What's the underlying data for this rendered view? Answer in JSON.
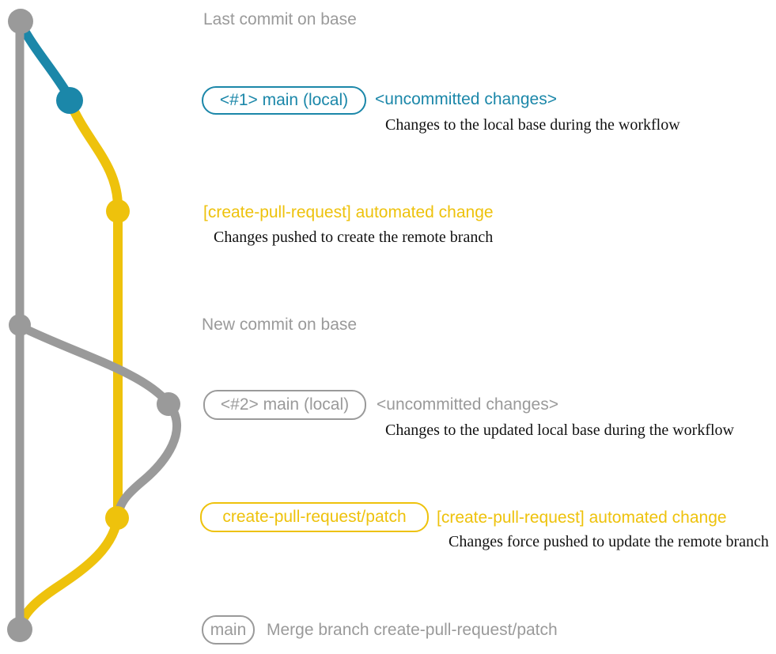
{
  "colors": {
    "base_gray": "#9a9a9a",
    "teal": "#1b87a9",
    "yellow": "#eec20c",
    "annotation_black": "#121212"
  },
  "graph": {
    "type": "git-branch-diagram",
    "commit_dots": [
      {
        "name": "last-commit-on-base",
        "color": "#9a9a9a"
      },
      {
        "name": "main-local-1-uncommitted",
        "color": "#1b87a9"
      },
      {
        "name": "automated-change-push",
        "color": "#eec20c"
      },
      {
        "name": "new-commit-on-base",
        "color": "#9a9a9a"
      },
      {
        "name": "main-local-2-uncommitted",
        "color": "#9a9a9a"
      },
      {
        "name": "automated-change-force-push",
        "color": "#eec20c"
      },
      {
        "name": "merge-commit",
        "color": "#9a9a9a"
      }
    ]
  },
  "rows": {
    "row1": {
      "title": "Last commit on base"
    },
    "row2": {
      "branch_label": "<#1> main (local)",
      "commit_message": "<uncommitted changes>",
      "description": "Changes to the local base during the workflow"
    },
    "row3": {
      "commit_message": "[create-pull-request] automated change",
      "description": "Changes pushed to create the remote branch"
    },
    "row4": {
      "title": "New commit on base"
    },
    "row5": {
      "branch_label": "<#2> main (local)",
      "commit_message": "<uncommitted changes>",
      "description": "Changes to the updated local base during the workflow"
    },
    "row6": {
      "branch_label": "create-pull-request/patch",
      "commit_message": "[create-pull-request] automated change",
      "description": "Changes force pushed to update the remote branch"
    },
    "row7": {
      "branch_label": "main",
      "commit_message": "Merge branch create-pull-request/patch"
    }
  }
}
